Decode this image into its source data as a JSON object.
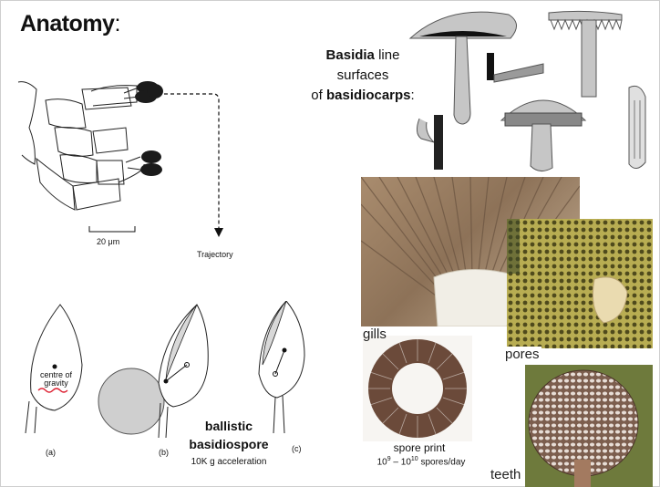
{
  "slide": {
    "title_main": "Anatomy",
    "title_colon": ":"
  },
  "basidia": {
    "word1": "Basidia",
    "word2": " line",
    "line2": "surfaces",
    "word3": "of ",
    "word4": "basidiocarps",
    "word5": ":"
  },
  "diagram": {
    "scale_label": "20 μm",
    "trajectory_label": "Trajectory",
    "centre_label_1": "centre of",
    "centre_label_2": "gravity",
    "panel_a": "(a)",
    "panel_b": "(b)",
    "panel_c": "(c)"
  },
  "spore": {
    "line1": "ballistic",
    "line2": "basidiospore",
    "acceleration": "10K g acceleration"
  },
  "photos": {
    "gills": "gills",
    "pores": "pores",
    "spore_print": "spore print",
    "spore_rate_a": "10",
    "spore_rate_sup1": "9",
    "spore_rate_b": " – 10",
    "spore_rate_sup2": "10",
    "spore_rate_c": " spores/day",
    "teeth": "teeth"
  },
  "colors": {
    "fungus_gray": "#c6c6c6",
    "gill_brown": "#a58a6f",
    "pore_green": "#8f8a3c",
    "spore_print_brown": "#6b4a3a",
    "teeth_bg": "#6e7a3c"
  }
}
